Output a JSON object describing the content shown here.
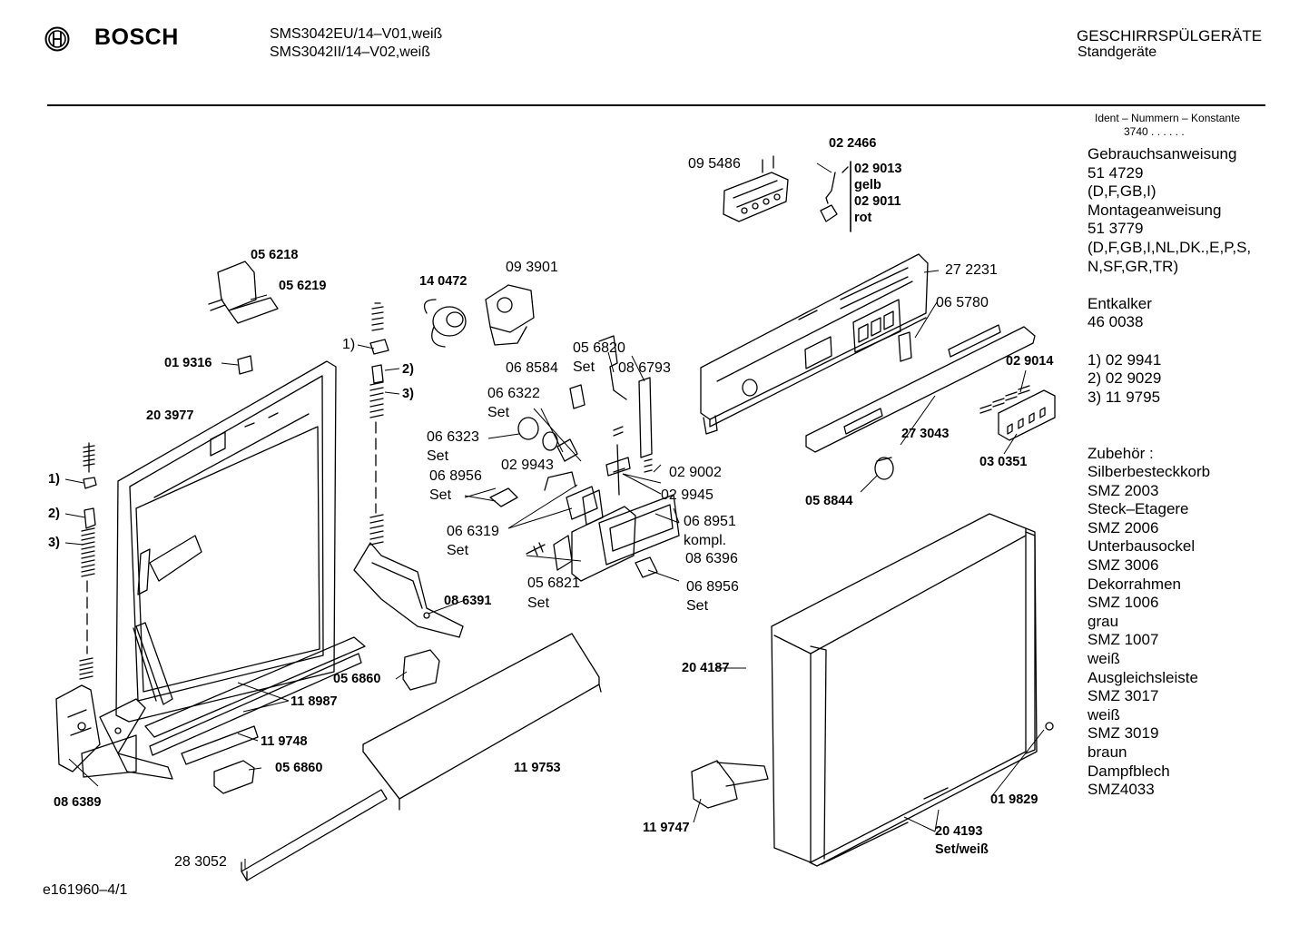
{
  "header": {
    "brand": "BOSCH",
    "models": [
      "SMS3042EU/14–V01,weiß",
      "SMS3042II/14–V02,weiß"
    ],
    "category": "GESCHIRRSPÜLGERÄTE",
    "subcategory": "Standgeräte"
  },
  "sidebar": {
    "ident_title": "Ident – Nummern – Konstante",
    "ident_value": "3740 .  .  .  .  .  .",
    "gebrauch": [
      "Gebrauchsanweisung",
      "51 4729",
      "(D,F,GB,I)"
    ],
    "montage": [
      "Montageanweisung",
      "51 3779",
      "(D,F,GB,I,NL,DK.,E,P,S,",
      "N,SF,GR,TR)"
    ],
    "entkalker": [
      "Entkalker",
      "46 0038"
    ],
    "footnotes": [
      "1) 02 9941",
      "2) 02 9029",
      "3) 11 9795"
    ],
    "zubehoer": [
      "Zubehör :",
      "Silberbesteckkorb",
      "SMZ 2003",
      "Steck–Etagere",
      "SMZ 2006",
      "Unterbausockel",
      "SMZ 3006",
      "Dekorrahmen",
      "SMZ 1006",
      "grau",
      "SMZ 1007",
      "weiß",
      "Ausgleichsleiste",
      "SMZ 3017",
      "weiß",
      "SMZ 3019",
      "braun",
      "Dampfblech",
      "SMZ4033"
    ]
  },
  "parts": {
    "p022466": "02 2466",
    "p095486": "09 5486",
    "p029013": "02 9013",
    "gelb": "gelb",
    "p029011": "02 9011",
    "rot": "rot",
    "p056218": "05 6218",
    "p056219": "05 6219",
    "p140472": "14 0472",
    "p093901": "09 3901",
    "p272231": "27 2231",
    "p065780": "06 5780",
    "fn1a": "1)",
    "fn2a": "2)",
    "fn3a": "3)",
    "p019316": "01 9316",
    "p203977": "20 3977",
    "p056820": "05 6820",
    "set_a": "Set",
    "p086793": "08 6793",
    "p068584": "06 8584",
    "p066322": "06 6322",
    "set_b": "Set",
    "p029014": "02 9014",
    "p066323": "06 6323",
    "set_c": "Set",
    "p273043": "27 3043",
    "p030351": "03 0351",
    "fn1b": "1)",
    "p068956a": "06 8956",
    "set_d": "Set",
    "p029943": "02 9943",
    "p029002": "02 9002",
    "p029945": "02 9945",
    "p058844": "05 8844",
    "fn2b": "2)",
    "fn3b": "3)",
    "p066319": "06 6319",
    "set_e": "Set",
    "p068951": "06 8951",
    "kompl": "kompl.",
    "p086396": "08 6396",
    "p056821": "05 6821",
    "set_f": "Set",
    "p068956b": "06 8956",
    "set_g": "Set",
    "p086391": "08 6391",
    "p056860a": "05 6860",
    "p204187": "20 4187",
    "p118987": "11 8987",
    "p119748": "11 9748",
    "p056860b": "05 6860",
    "p119753": "11 9753",
    "p086389": "08 6389",
    "p019829": "01 9829",
    "p119747": "11 9747",
    "p204193": "20 4193",
    "setweiss": "Set/weiß",
    "p283052": "28 3052"
  },
  "footer": {
    "drawing_id": "e161960–4/1"
  }
}
